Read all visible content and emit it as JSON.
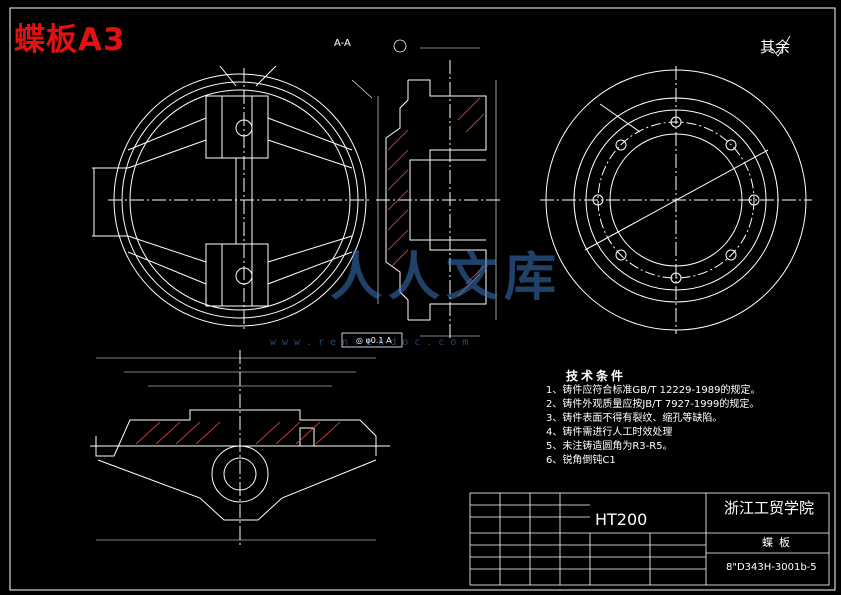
{
  "tag": "蝶板A3",
  "rest_note": "其余",
  "section_label": "A-A",
  "tolerance_frame": "◎ φ0.1 A",
  "tech": {
    "heading": "技术条件",
    "items": [
      "1、铸件应符合标准GB/T 12229-1989的规定。",
      "2、铸件外观质量应按JB/T 7927-1999的规定。",
      "3、铸件表面不得有裂纹、缩孔等缺陷。",
      "4、铸件需进行人工时效处理",
      "5、未注铸造圆角为R3-R5。",
      "6、锐角倒钝C1"
    ]
  },
  "title_block": {
    "material": "HT200",
    "school": "浙江工贸学院",
    "part_name": "蝶板",
    "drawing_no": "8\"D343H-3001b-5"
  },
  "watermark": {
    "text": "人人文库",
    "url": "www.renrendoc.com"
  },
  "colors": {
    "line": "#ffffff",
    "hatch": "#ff4a4a",
    "dim": "#ffffff",
    "tag": "#e31010"
  }
}
